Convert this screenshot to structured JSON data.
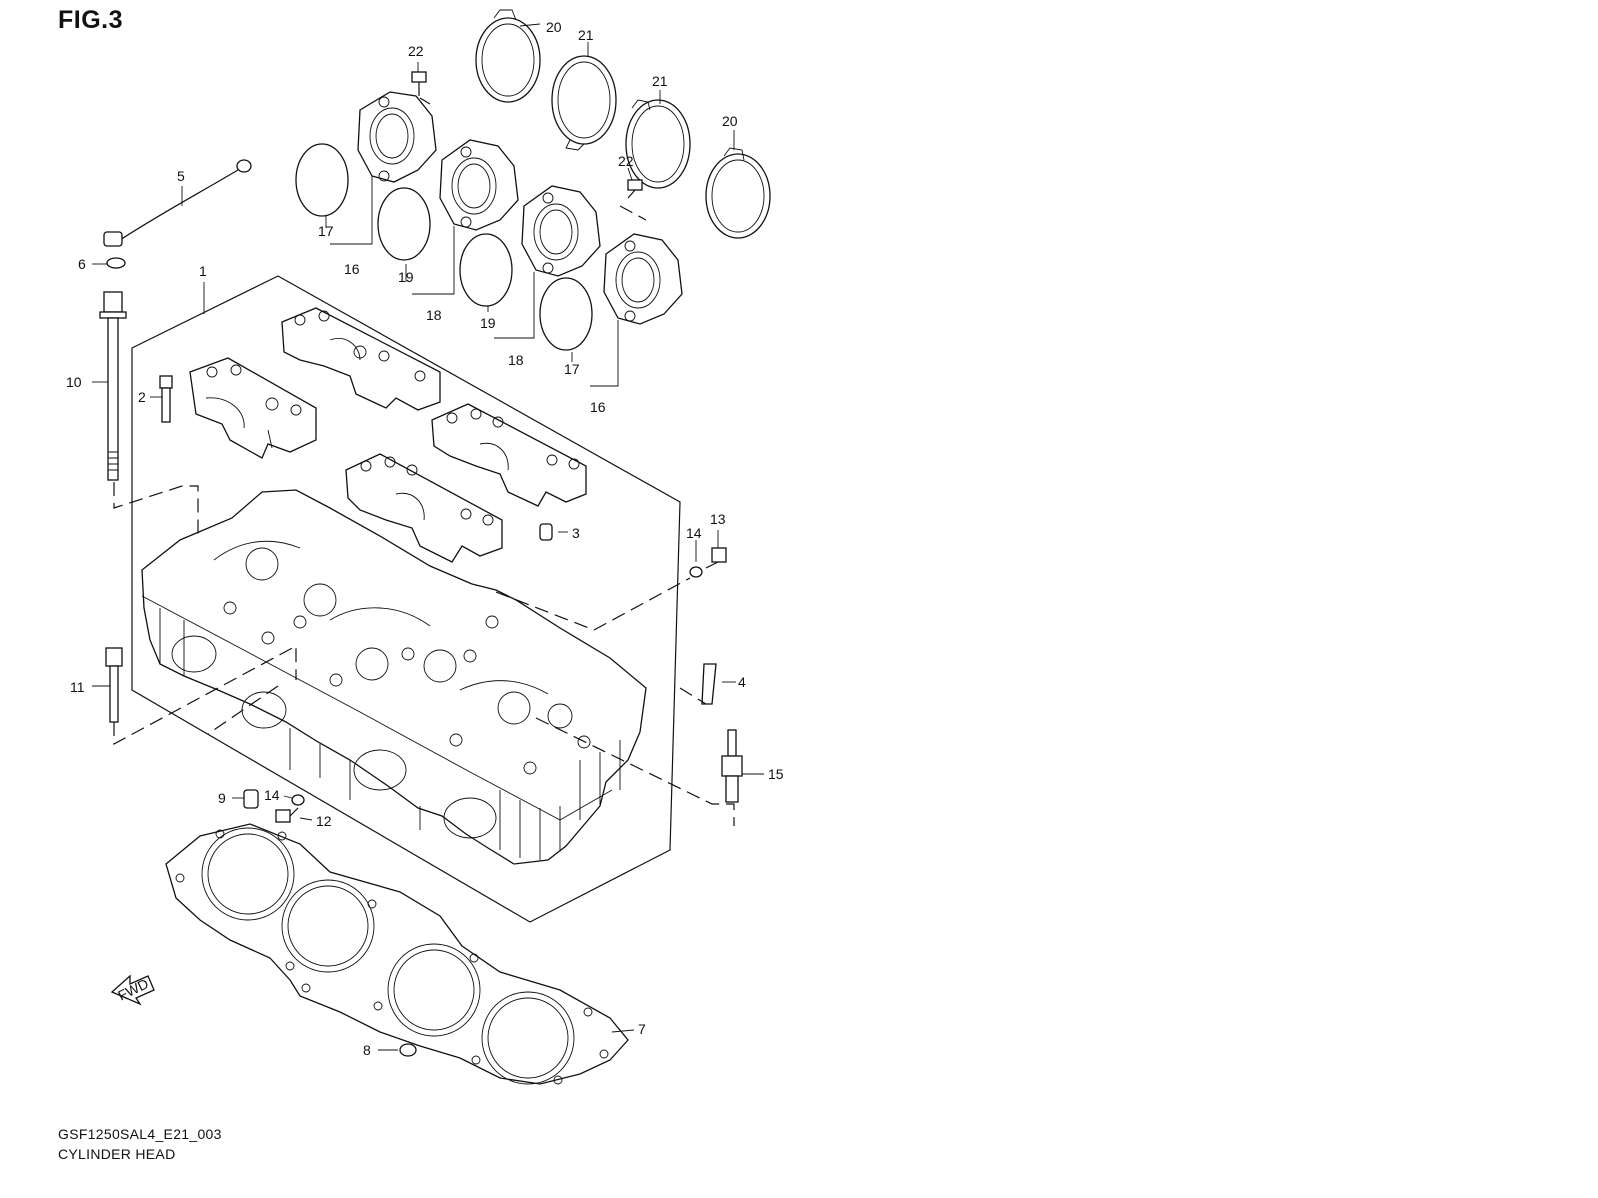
{
  "figure": {
    "title": "FIG.3",
    "code": "GSF1250SAL4_E21_003",
    "name": "CYLINDER HEAD",
    "fwd_mark": "FWD"
  },
  "callouts": {
    "c1": "1",
    "c2": "2",
    "c3": "3",
    "c4": "4",
    "c5": "5",
    "c6": "6",
    "c7": "7",
    "c8": "8",
    "c9": "9",
    "c10": "10",
    "c11": "11",
    "c12": "12",
    "c13": "13",
    "c14a": "14",
    "c14b": "14",
    "c15": "15",
    "c16a": "16",
    "c16b": "16",
    "c17a": "17",
    "c17b": "17",
    "c18a": "18",
    "c18b": "18",
    "c19a": "19",
    "c19b": "19",
    "c20a": "20",
    "c20b": "20",
    "c21a": "21",
    "c21b": "21",
    "c22a": "22",
    "c22b": "22"
  },
  "colors": {
    "ink": "#111111",
    "paper": "#ffffff"
  }
}
